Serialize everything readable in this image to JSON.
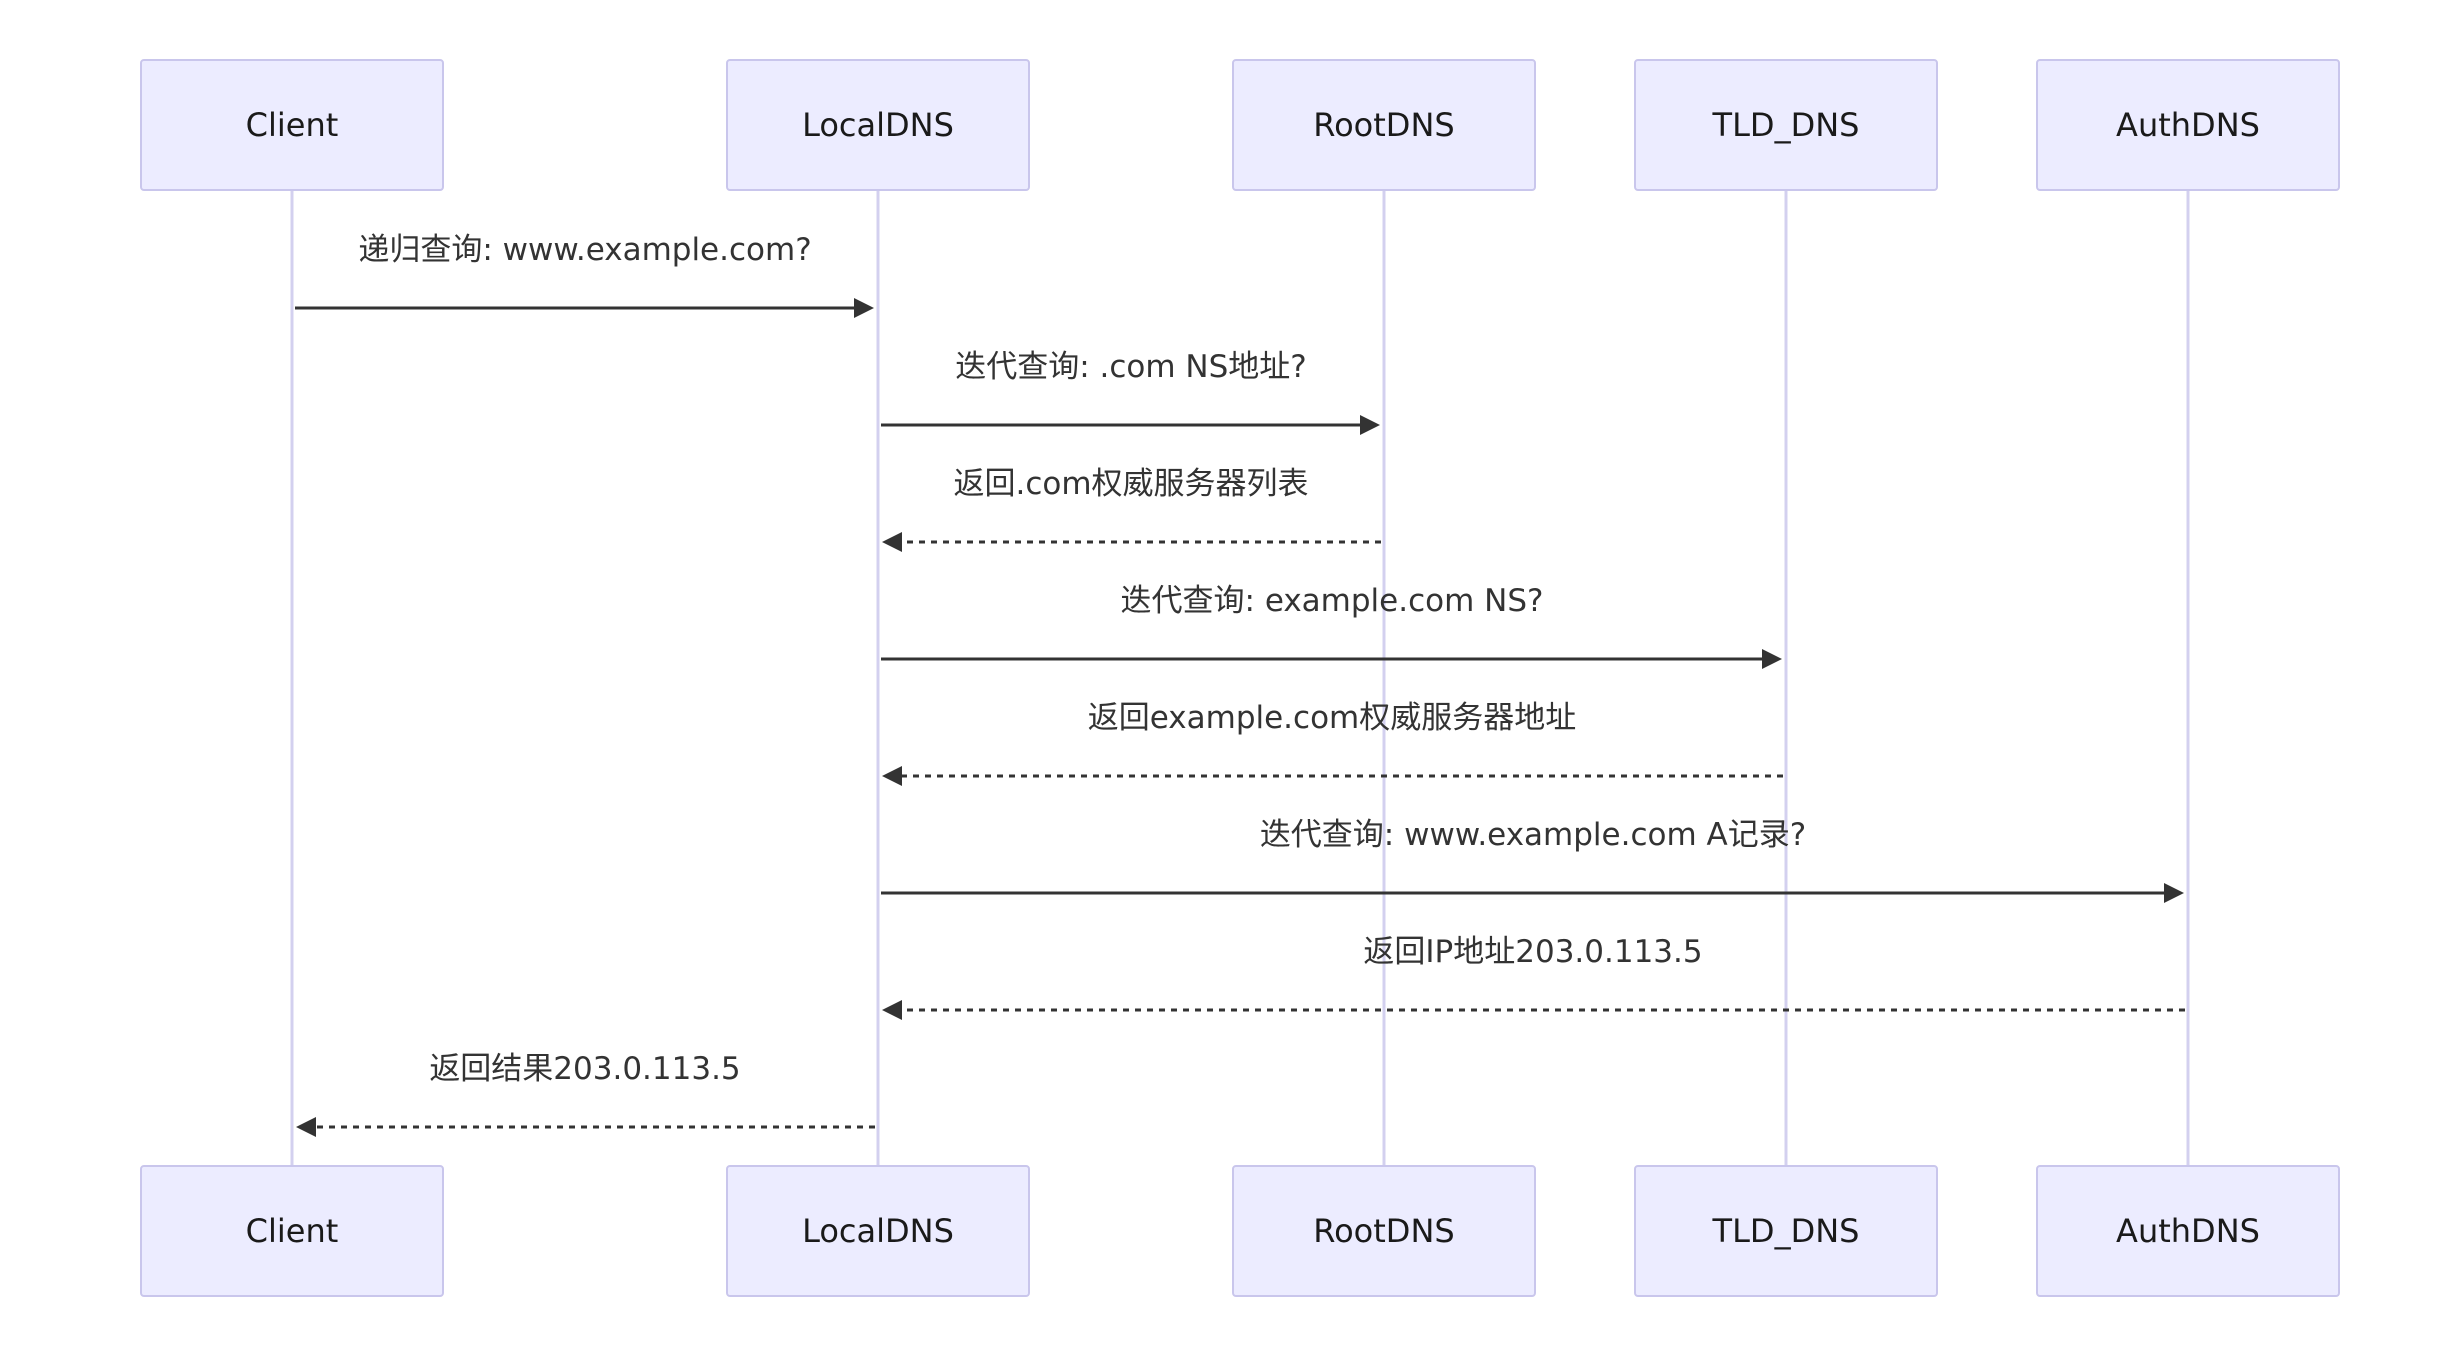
{
  "diagram": {
    "type": "sequence",
    "actors": [
      {
        "id": "client",
        "label": "Client"
      },
      {
        "id": "localdns",
        "label": "LocalDNS"
      },
      {
        "id": "rootdns",
        "label": "RootDNS"
      },
      {
        "id": "tlddns",
        "label": "TLD_DNS"
      },
      {
        "id": "authdns",
        "label": "AuthDNS"
      }
    ],
    "messages": [
      {
        "from": "client",
        "to": "localdns",
        "style": "solid",
        "label": "递归查询: www.example.com?"
      },
      {
        "from": "localdns",
        "to": "rootdns",
        "style": "solid",
        "label": "迭代查询: .com NS地址?"
      },
      {
        "from": "rootdns",
        "to": "localdns",
        "style": "dashed",
        "label": "返回.com权威服务器列表"
      },
      {
        "from": "localdns",
        "to": "tlddns",
        "style": "solid",
        "label": "迭代查询: example.com NS?"
      },
      {
        "from": "tlddns",
        "to": "localdns",
        "style": "dashed",
        "label": "返回example.com权威服务器地址"
      },
      {
        "from": "localdns",
        "to": "authdns",
        "style": "solid",
        "label": "迭代查询: www.example.com A记录?"
      },
      {
        "from": "authdns",
        "to": "localdns",
        "style": "dashed",
        "label": "返回IP地址203.0.113.5"
      },
      {
        "from": "localdns",
        "to": "client",
        "style": "dashed",
        "label": "返回结果203.0.113.5"
      }
    ],
    "colors": {
      "actor_fill": "#ececff",
      "actor_border": "#c9c6ec",
      "lifeline": "#d3d0ef",
      "arrow": "#333333",
      "text": "#333333"
    }
  }
}
